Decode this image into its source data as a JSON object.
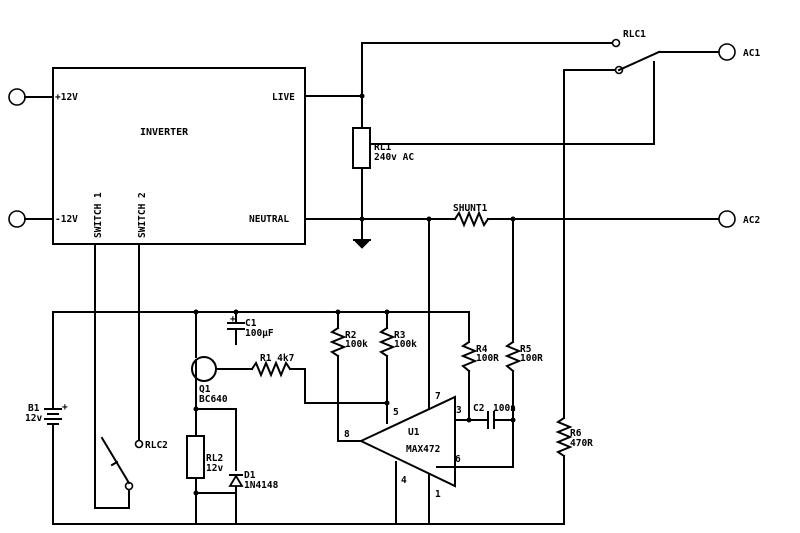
{
  "labels": {
    "inverter": "INVERTER",
    "plus12v": "+12V",
    "minus12v": "-12V",
    "live": "LIVE",
    "neutral": "NEUTRAL",
    "switch1": "SWITCH 1",
    "switch2": "SWITCH 2",
    "rlc1": "RLC1",
    "ac1": "AC1",
    "ac2": "AC2",
    "rl1_name": "RL1",
    "rl1_value": "240v AC",
    "shunt": "SHUNT1",
    "c1_name": "C1",
    "c1_value": "100µF",
    "c1_plus": "+",
    "r2_name": "R2",
    "r2_value": "100k",
    "r3_name": "R3",
    "r3_value": "100k",
    "r4_name": "R4",
    "r4_value": "100R",
    "r5_name": "R5",
    "r5_value": "100R",
    "r1_label": "R1  4k7",
    "q1_name": "Q1",
    "q1_value": "BC640",
    "b1_name": "B1",
    "b1_value": "12v",
    "b1_plus": "+",
    "rlc2": "RLC2",
    "rl2_name": "RL2",
    "rl2_value": "12v",
    "d1_name": "D1",
    "d1_value": "1N4148",
    "u1_name": "U1",
    "u1_value": "MAX472",
    "c2_name": "C2",
    "c2_value": "100n",
    "r6_name": "R6",
    "r6_value": "470R",
    "pin8": "8",
    "pin5": "5",
    "pin7": "7",
    "pin3": "3",
    "pin6": "6",
    "pin4": "4",
    "pin1": "1"
  }
}
